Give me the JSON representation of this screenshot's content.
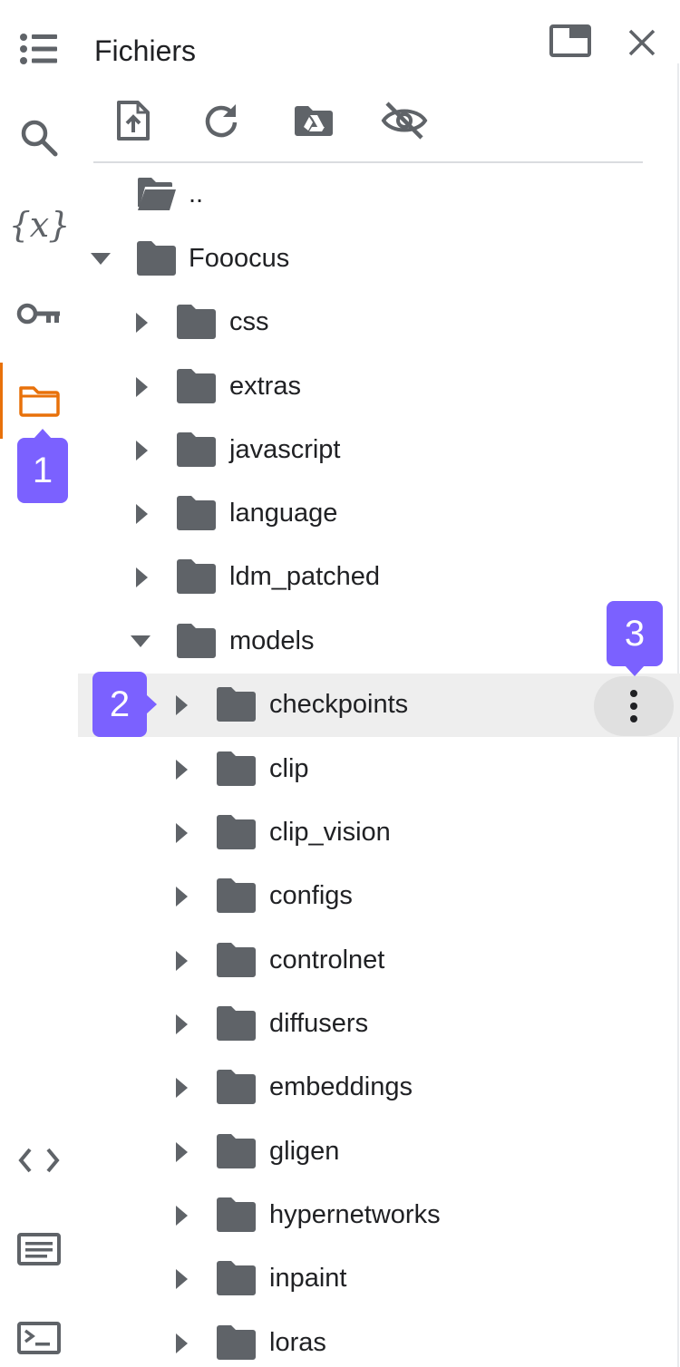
{
  "panel": {
    "title": "Fichiers"
  },
  "rail": {
    "items": [
      {
        "name": "table-of-contents",
        "icon": "list-icon"
      },
      {
        "name": "search",
        "icon": "search-icon"
      },
      {
        "name": "variables",
        "icon": "variables-icon",
        "text": "{x}"
      },
      {
        "name": "secrets",
        "icon": "key-icon"
      },
      {
        "name": "files",
        "icon": "folder-icon",
        "active": true
      },
      {
        "name": "code-snippets",
        "icon": "code-icon"
      },
      {
        "name": "command-palette",
        "icon": "keyboard-icon"
      },
      {
        "name": "terminal",
        "icon": "terminal-icon"
      }
    ],
    "active_color": "#e8710a"
  },
  "toolbar": {
    "items": [
      "upload-file-icon",
      "refresh-icon",
      "mount-drive-icon",
      "hide-hidden-files-icon"
    ]
  },
  "badges": {
    "b1": "1",
    "b2": "2",
    "b3": "3",
    "color": "#7b61ff"
  },
  "tree": {
    "parent_label": "..",
    "root": "Fooocus",
    "fooocus_children": [
      "css",
      "extras",
      "javascript",
      "language",
      "ldm_patched"
    ],
    "models": "models",
    "models_children": [
      "checkpoints",
      "clip",
      "clip_vision",
      "configs",
      "controlnet",
      "diffusers",
      "embeddings",
      "gligen",
      "hypernetworks",
      "inpaint",
      "loras"
    ],
    "selected": "checkpoints"
  }
}
